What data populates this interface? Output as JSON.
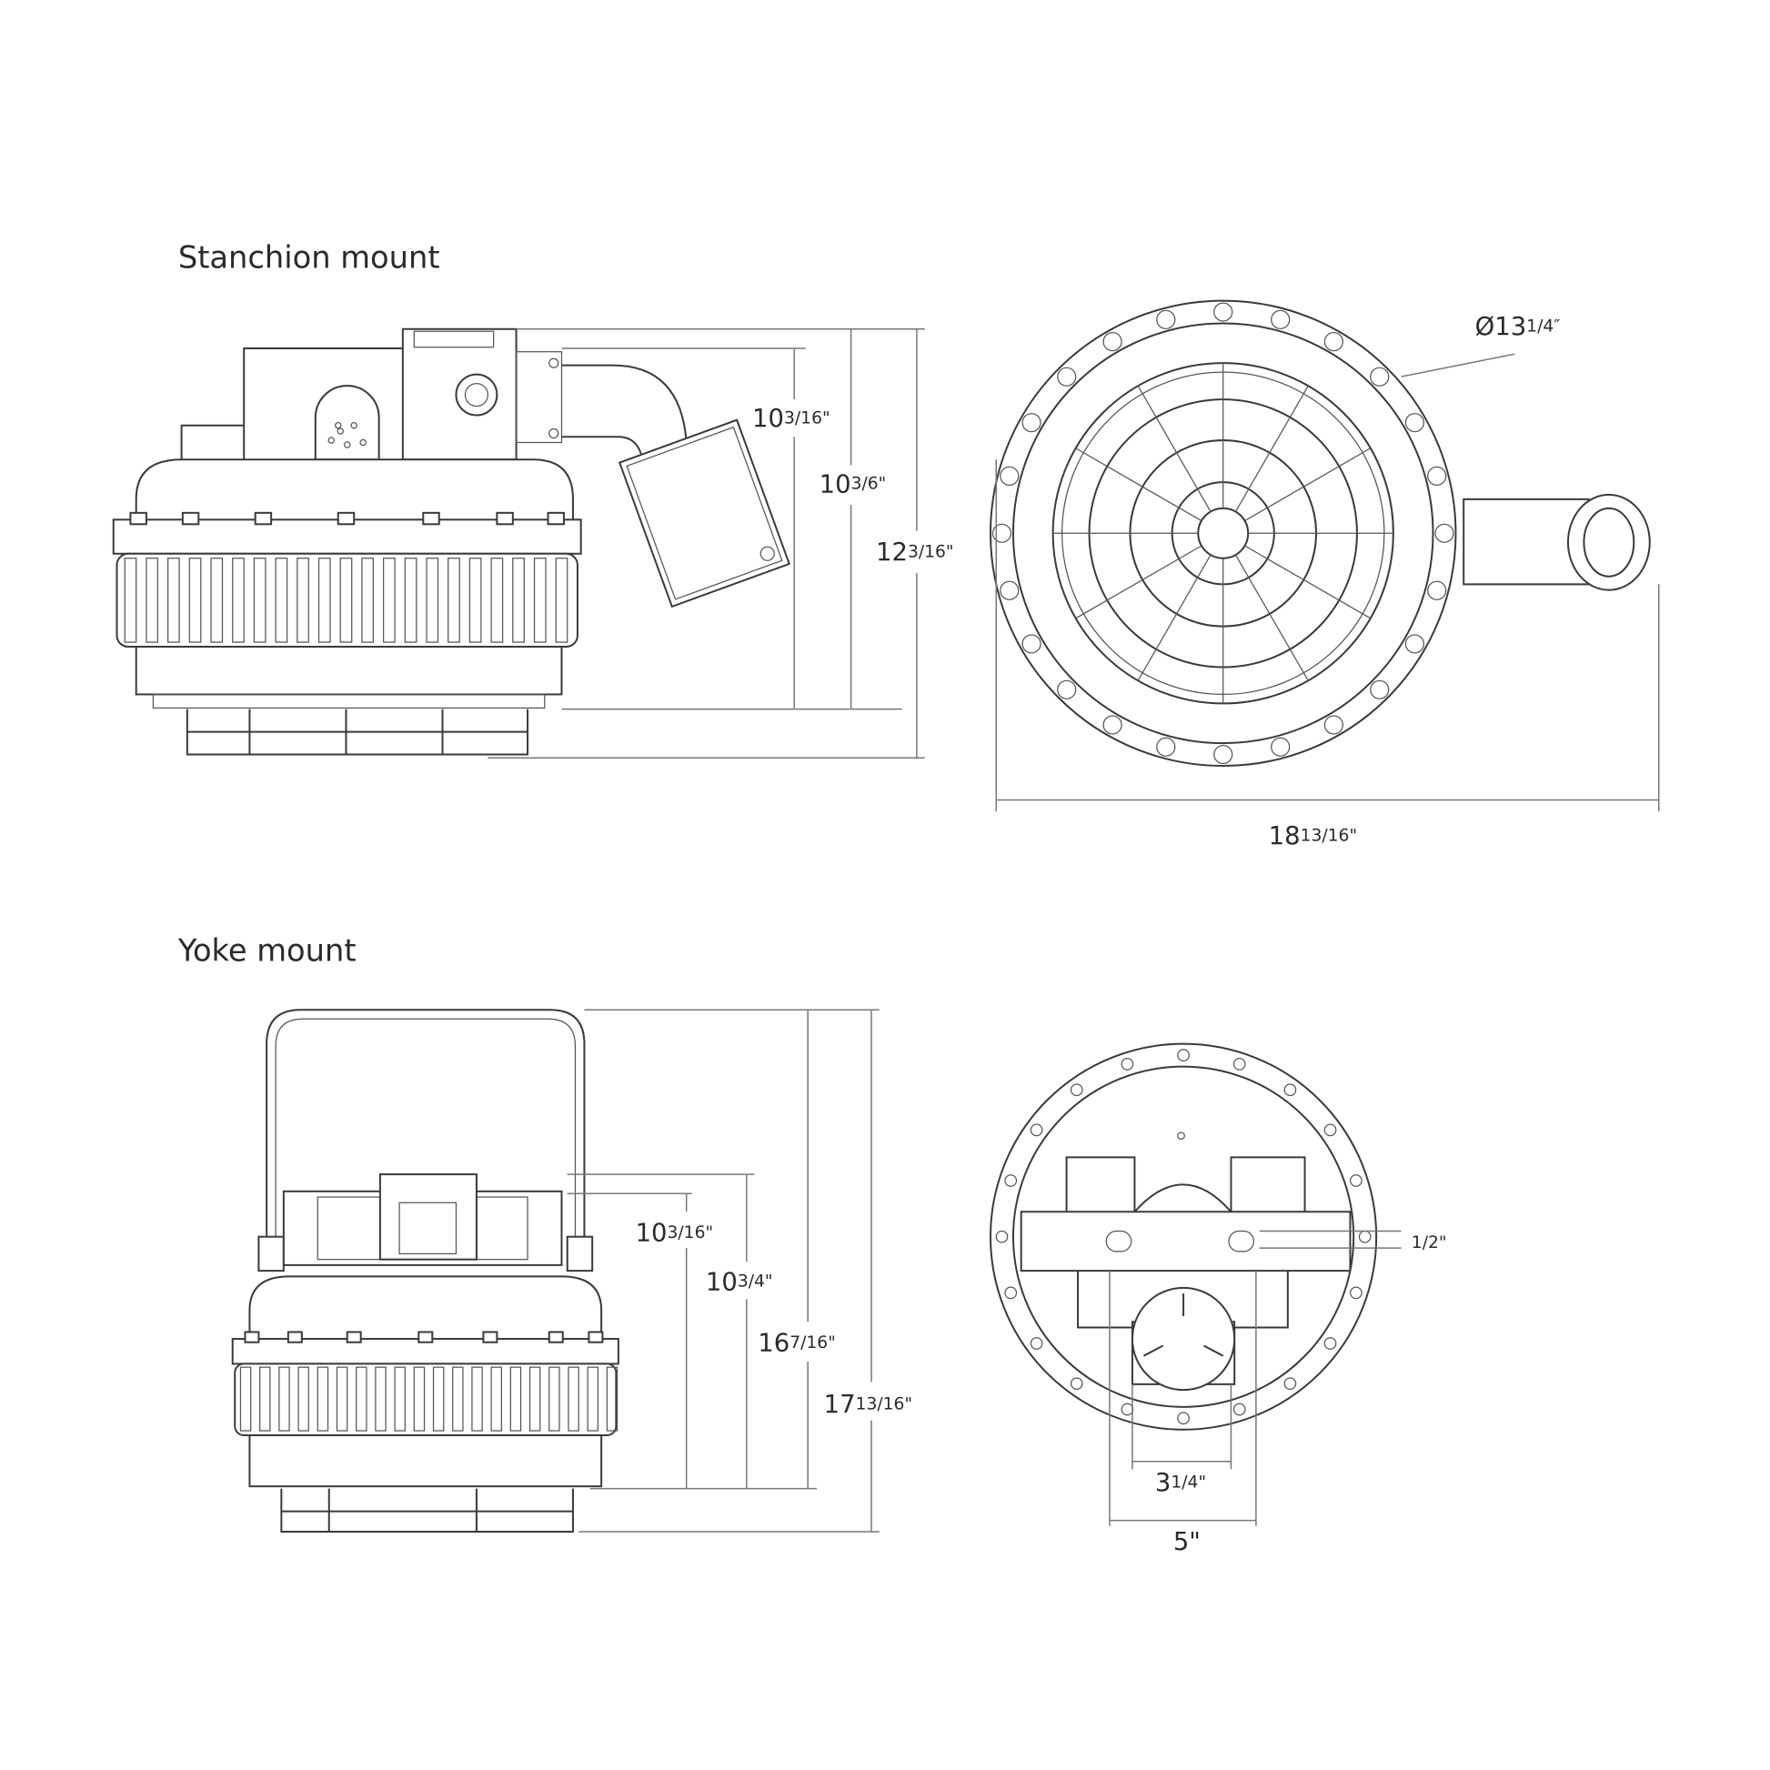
{
  "sections": {
    "stanchion": {
      "title": "Stanchion mount"
    },
    "yoke": {
      "title": "Yoke mount"
    }
  },
  "dimensions": {
    "stanchion_side": [
      {
        "whole": "10",
        "frac": "3/16\""
      },
      {
        "whole": "10",
        "frac": "3/6\""
      },
      {
        "whole": "12",
        "frac": "3/16\""
      }
    ],
    "stanchion_top": {
      "diameter": {
        "whole": "Ø13",
        "frac": "1/4″"
      },
      "width": {
        "whole": "18",
        "frac": "13/16\""
      }
    },
    "yoke_side": [
      {
        "whole": "10",
        "frac": "3/16\""
      },
      {
        "whole": "10",
        "frac": "3/4\""
      },
      {
        "whole": "16",
        "frac": "7/16\""
      },
      {
        "whole": "17",
        "frac": "13/16\""
      }
    ],
    "yoke_bottom": {
      "slot": {
        "whole": "",
        "frac": "1/2\""
      },
      "inner": {
        "whole": "3",
        "frac": "1/4\""
      },
      "outer": {
        "whole": "5\"",
        "frac": ""
      }
    }
  }
}
